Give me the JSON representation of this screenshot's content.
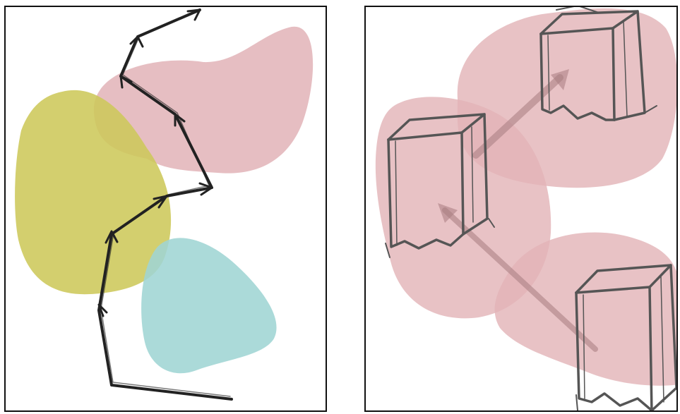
{
  "colors": {
    "background": "#ffffff",
    "panel_border": "#111111",
    "blob_pink": "#e2b3b7",
    "blob_olive": "#cdc85a",
    "blob_teal": "#9fd5d4",
    "path_dark": "#222222",
    "block_stroke": "#555555",
    "arrow_muted": "#a77c80"
  },
  "left_panel": {
    "regions": [
      "pink",
      "olive",
      "teal"
    ],
    "path_icon": "sketched-arrow-chain-icon"
  },
  "right_panel": {
    "regions": [
      "pink",
      "pink",
      "pink"
    ],
    "blocks": [
      "block",
      "block",
      "block"
    ],
    "arrow_icon": "translucent-arrow-icon"
  }
}
